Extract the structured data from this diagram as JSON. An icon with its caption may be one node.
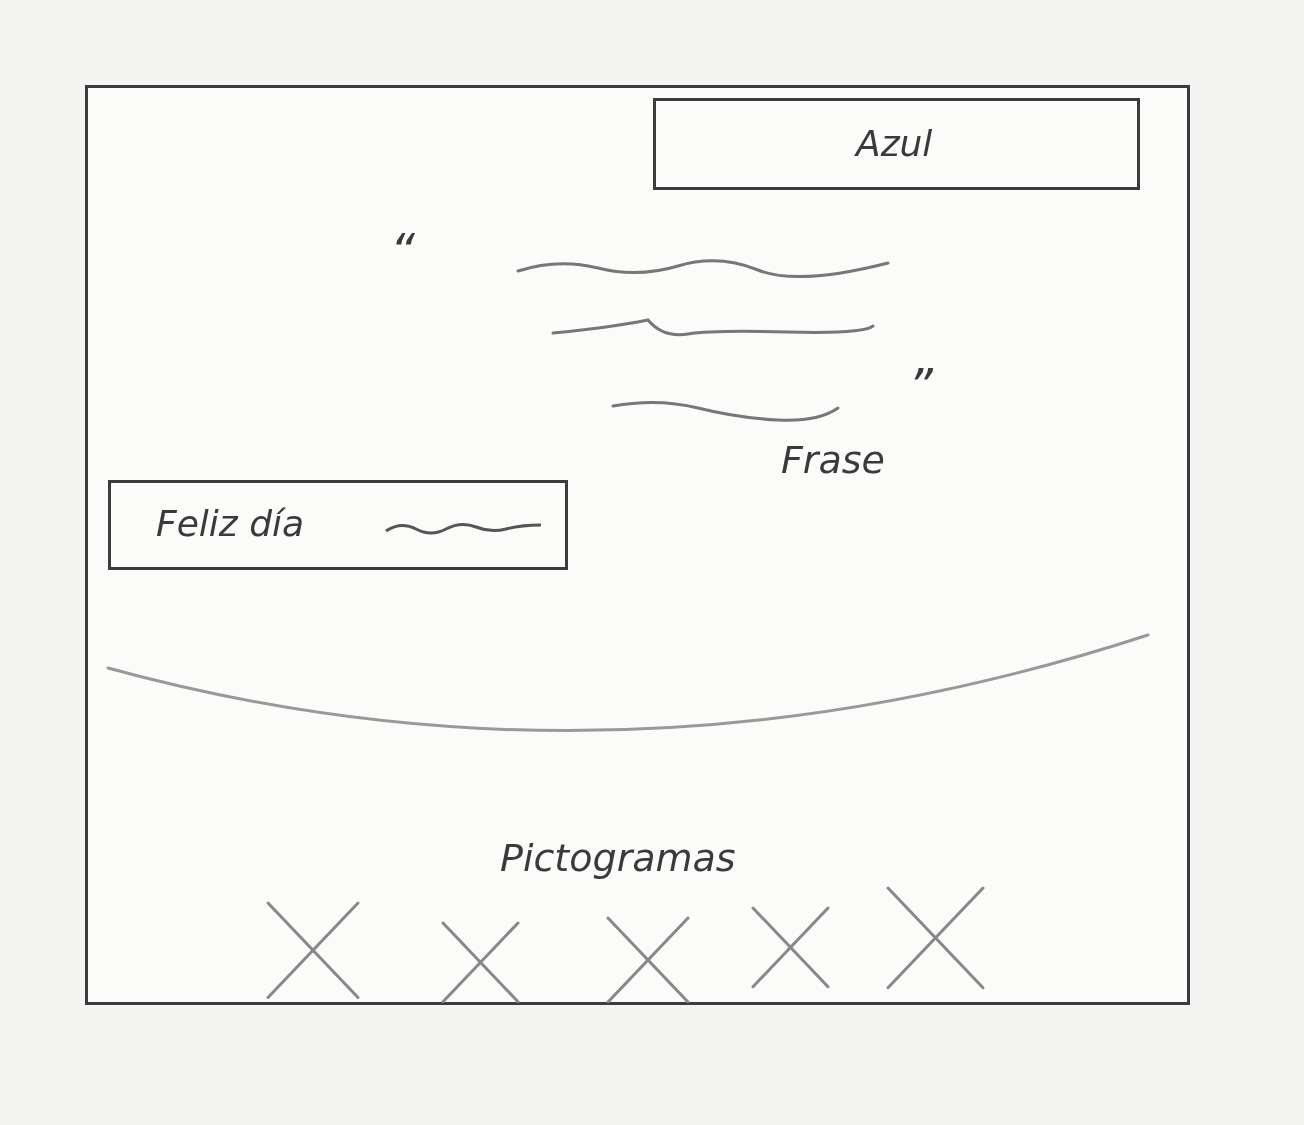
{
  "diagram": {
    "nodes": [
      {
        "text": [],
        "shape": "box"
      },
      {
        "text": [
          "Azul"
        ],
        "in": 0
      },
      {
        "text": [
          "Feliz día"
        ],
        "in": 0
      }
    ],
    "labels": [
      "“",
      "”",
      "Frase",
      "Pictogramas"
    ]
  }
}
